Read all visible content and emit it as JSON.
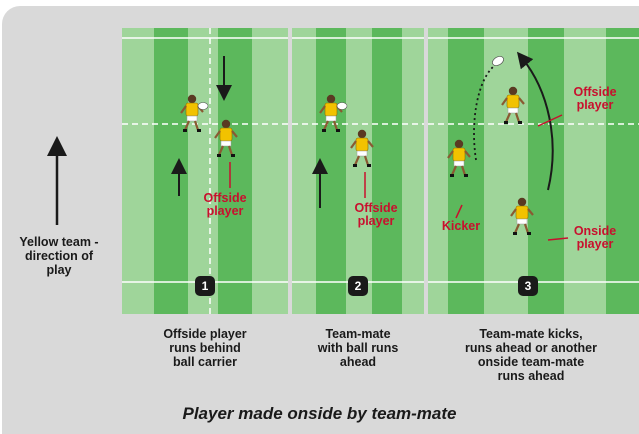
{
  "direction_label": "Yellow team -\ndirection of\nplay",
  "panels": [
    {
      "number": "1",
      "red_labels": [
        "Offside\nplayer"
      ],
      "caption": "Offside player\nruns behind\nball carrier"
    },
    {
      "number": "2",
      "red_labels": [
        "Offside\nplayer"
      ],
      "caption": "Team-mate\nwith ball runs\nahead"
    },
    {
      "number": "3",
      "red_labels": [
        "Offside\nplayer",
        "Kicker",
        "Onside\nplayer"
      ],
      "caption": "Team-mate kicks,\nruns ahead or another\nonside team-mate\nruns ahead"
    }
  ],
  "footer_title": "Player made onside by team-mate",
  "colors": {
    "pitch_dark": "#5cb85c",
    "pitch_light": "#9fd59a",
    "label_red": "#c8102e",
    "jersey_yellow": "#f2c200"
  }
}
